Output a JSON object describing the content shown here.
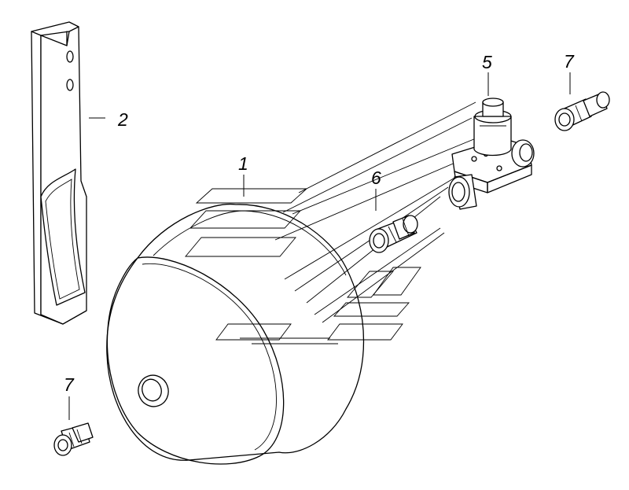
{
  "callouts": [
    {
      "id": "1",
      "label": "1"
    },
    {
      "id": "2",
      "label": "2"
    },
    {
      "id": "5",
      "label": "5"
    },
    {
      "id": "6",
      "label": "6"
    },
    {
      "id": "7a",
      "label": "7"
    },
    {
      "id": "7b",
      "label": "7"
    }
  ]
}
